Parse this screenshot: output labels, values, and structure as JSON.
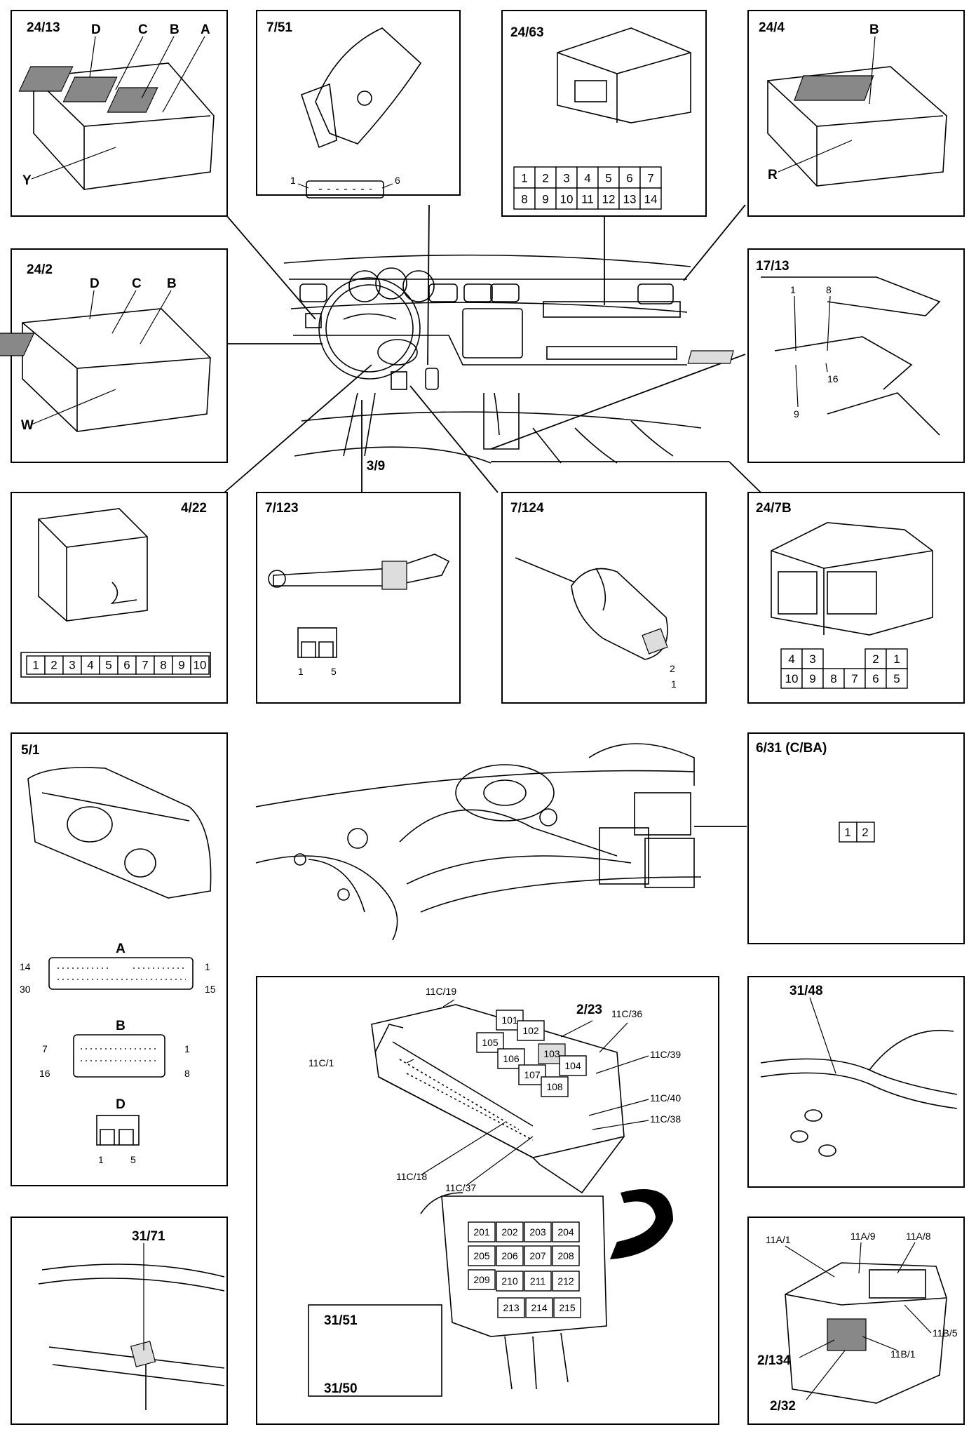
{
  "panels": {
    "p24_13": {
      "id": "24/13",
      "letters": [
        "D",
        "C",
        "B",
        "A",
        "Y"
      ]
    },
    "p7_51": {
      "id": "7/51",
      "pin_left": "1",
      "pin_right": "6"
    },
    "p24_63": {
      "id": "24/63",
      "row1": [
        "1",
        "2",
        "3",
        "4",
        "5",
        "6",
        "7"
      ],
      "row2": [
        "8",
        "9",
        "10",
        "11",
        "12",
        "13",
        "14"
      ]
    },
    "p24_4": {
      "id": "24/4",
      "letters": [
        "B",
        "R"
      ]
    },
    "p24_2": {
      "id": "24/2",
      "letters": [
        "D",
        "C",
        "B",
        "W"
      ]
    },
    "p17_13": {
      "id": "17/13",
      "pins": [
        "1",
        "8",
        "16",
        "9"
      ]
    },
    "dash": {
      "callout": "3/9"
    },
    "p4_22": {
      "id": "4/22",
      "pins": [
        "1",
        "2",
        "3",
        "4",
        "5",
        "6",
        "7",
        "8",
        "9",
        "10"
      ]
    },
    "p7_123": {
      "id": "7/123",
      "pin_left": "1",
      "pin_right": "5"
    },
    "p7_124": {
      "id": "7/124",
      "pin_a": "1",
      "pin_b": "2"
    },
    "p24_7b": {
      "id": "24/7B",
      "row1": [
        "4",
        "3",
        "",
        "",
        "2",
        "1"
      ],
      "row2": [
        "10",
        "9",
        "8",
        "7",
        "6",
        "5"
      ]
    },
    "p5_1": {
      "id": "5/1",
      "A": {
        "label": "A",
        "tl": "14",
        "tr": "1",
        "bl": "30",
        "br": "15"
      },
      "B": {
        "label": "B",
        "tl": "7",
        "tr": "1",
        "bl": "16",
        "br": "8"
      },
      "D": {
        "label": "D",
        "bl": "1",
        "br": "5"
      }
    },
    "p6_31": {
      "id": "6/31 (C/BA)",
      "pins": [
        "1",
        "2"
      ]
    },
    "fusebox": {
      "callouts": [
        "11C/19",
        "2/23",
        "11C/36",
        "11C/1",
        "11C/39",
        "11C/40",
        "11C/38",
        "11C/18",
        "11C/37"
      ],
      "relays_top": [
        "101",
        "102",
        "103",
        "104",
        "105",
        "106",
        "107",
        "108"
      ],
      "relays_bottom": [
        "201",
        "202",
        "203",
        "204",
        "205",
        "206",
        "207",
        "208",
        "209",
        "210",
        "211",
        "212",
        "213",
        "214",
        "215"
      ],
      "inset_top": "31/51",
      "inset_bottom": "31/50"
    },
    "p31_48": {
      "id": "31/48"
    },
    "p31_71": {
      "id": "31/71"
    },
    "engine_box": {
      "callouts": [
        "11A/1",
        "11A/9",
        "11A/8",
        "11B/5",
        "2/134",
        "11B/1",
        "2/32"
      ]
    }
  }
}
